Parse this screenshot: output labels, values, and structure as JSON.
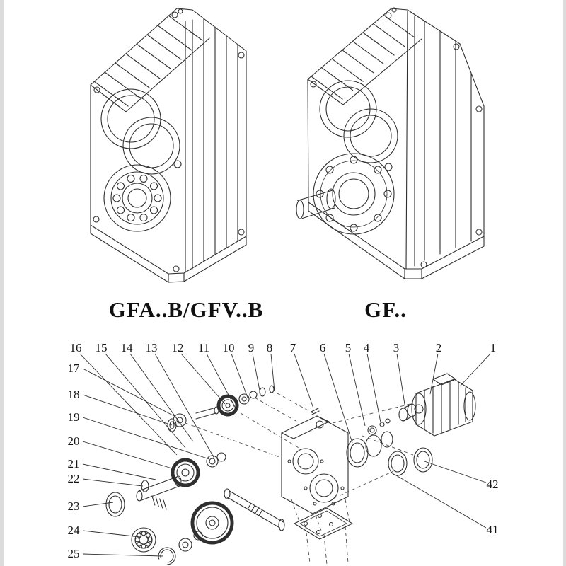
{
  "figures": {
    "left_label": "GFA..B/GFV..B",
    "right_label": "GF.."
  },
  "exploded": {
    "top_row": [
      "16",
      "15",
      "14",
      "13",
      "12",
      "11",
      "10",
      "9",
      "8",
      "7",
      "6",
      "5",
      "4",
      "3",
      "2",
      "1"
    ],
    "left_column": [
      "17",
      "18",
      "19",
      "20",
      "21",
      "22",
      "23",
      "24",
      "25"
    ],
    "right_column": [
      "42",
      "41"
    ]
  },
  "colors": {
    "line": "#2f2f2f",
    "background": "#ffffff"
  }
}
